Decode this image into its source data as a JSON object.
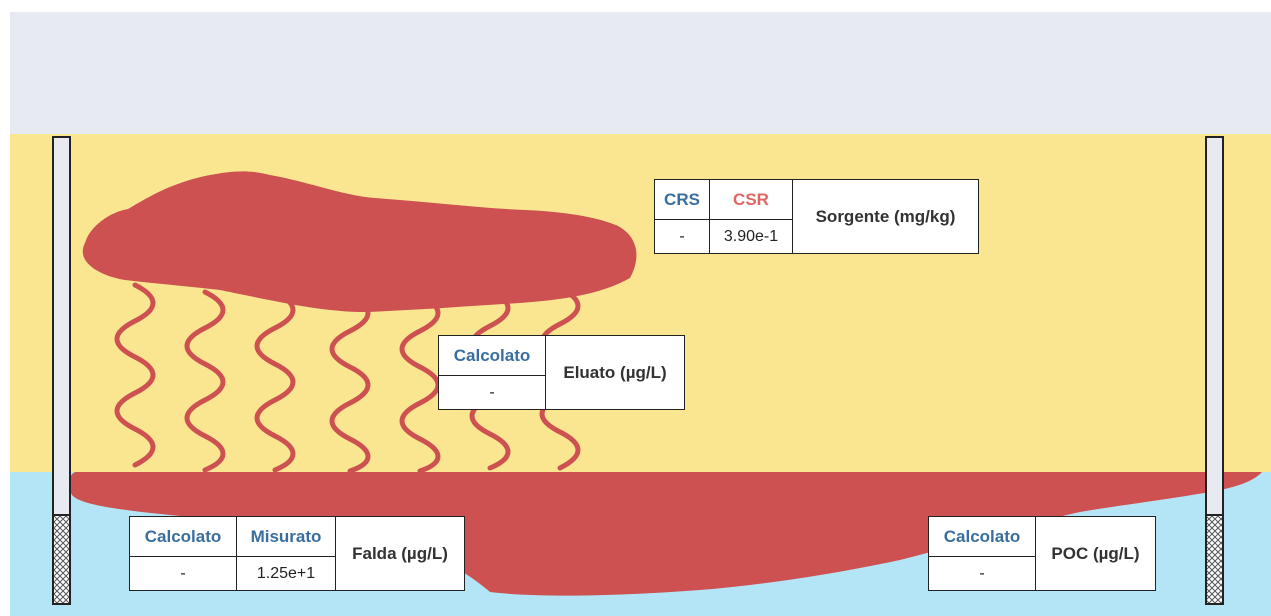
{
  "colors": {
    "sky": "#e8eaf2",
    "soil": "#fae591",
    "groundwater": "#b3e5f7",
    "contamination": "#cd5151",
    "header_blue": "#3a6e9e",
    "header_red": "#e06666"
  },
  "source_table": {
    "headers": [
      "CRS",
      "CSR"
    ],
    "values": [
      "-",
      "3.90e-1"
    ],
    "label": "Sorgente (mg/kg)"
  },
  "eluate_table": {
    "headers": [
      "Calcolato"
    ],
    "values": [
      "-"
    ],
    "label": "Eluato (µg/L)"
  },
  "aquifer_table": {
    "headers": [
      "Calcolato",
      "Misurato"
    ],
    "values": [
      "-",
      "1.25e+1"
    ],
    "label": "Falda (µg/L)"
  },
  "poc_table": {
    "headers": [
      "Calcolato"
    ],
    "values": [
      "-"
    ],
    "label": "POC (µg/L)"
  }
}
